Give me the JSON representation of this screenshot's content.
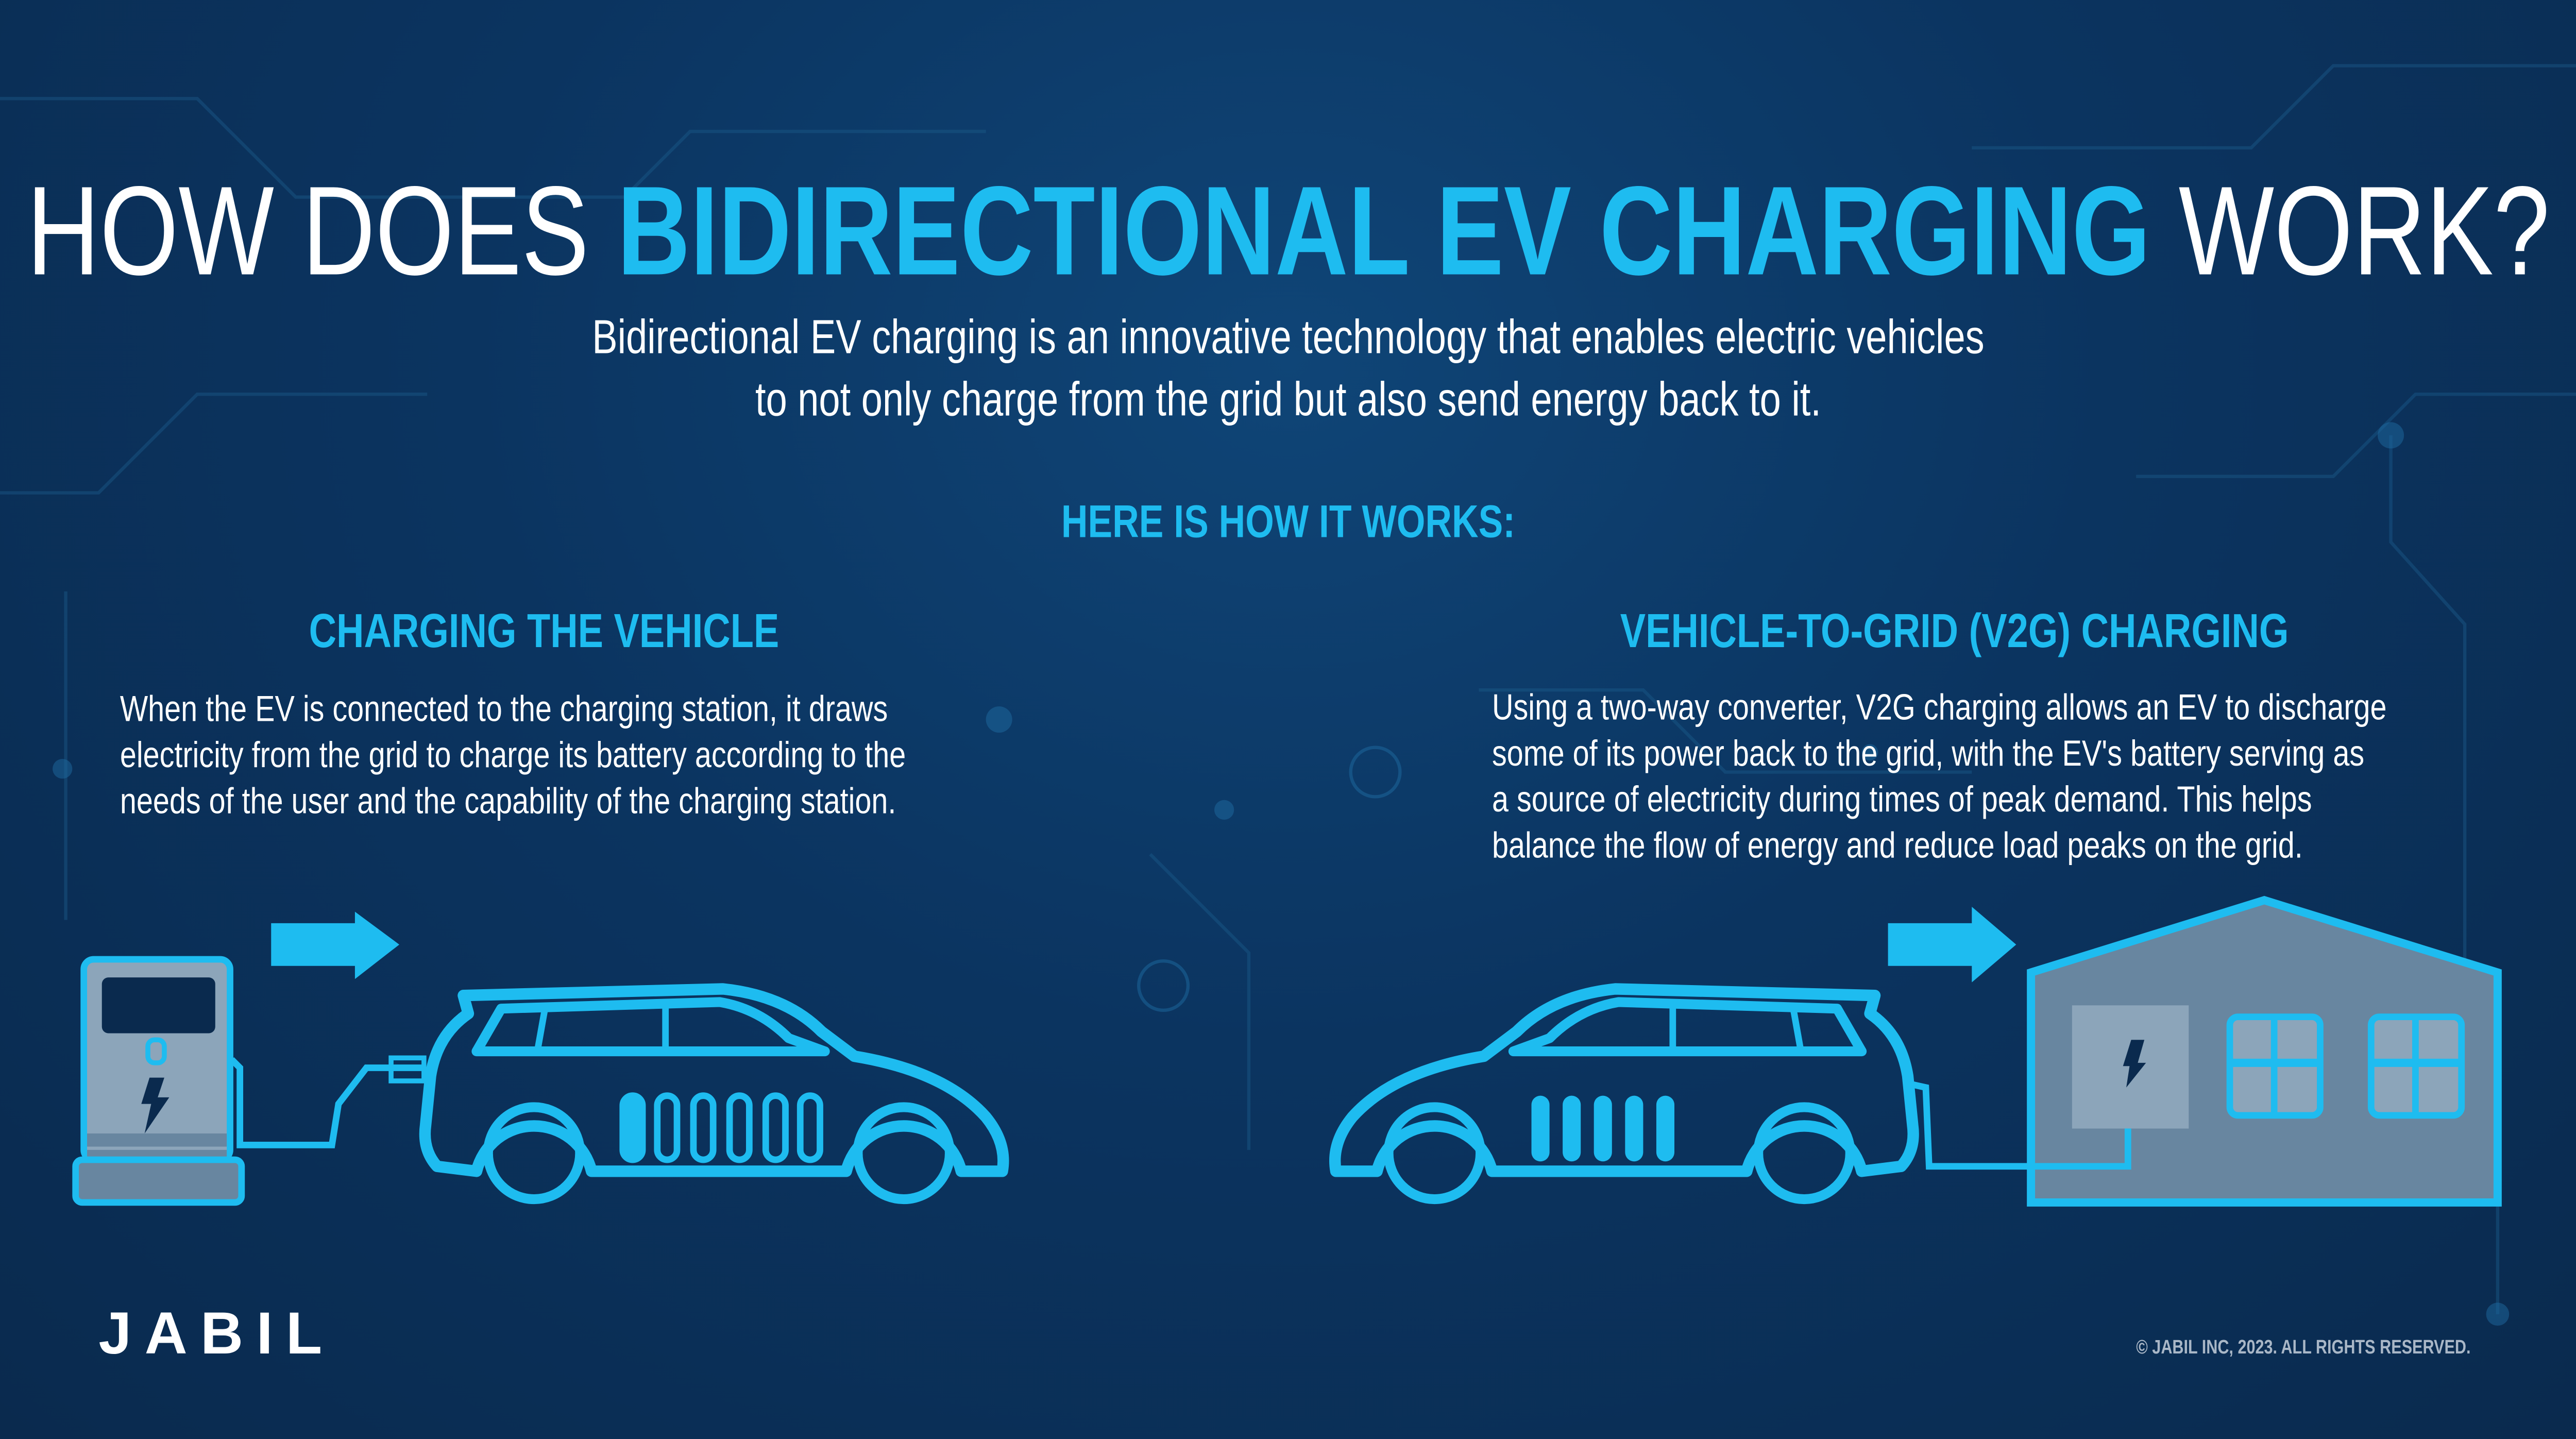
{
  "title": {
    "prefix": "HOW DOES ",
    "highlight": "BIDIRECTIONAL EV CHARGING",
    "suffix": " WORK?"
  },
  "subtitle": {
    "line1": "Bidirectional EV charging is an innovative technology that enables electric vehicles",
    "line2": "to not only charge from the grid but also send energy back to it."
  },
  "how_heading": "HERE IS HOW IT WORKS:",
  "sections": [
    {
      "title": "CHARGING THE VEHICLE",
      "lines": [
        "When the EV is connected to the charging station, it draws",
        "electricity from the grid to charge its battery according to the",
        "needs of the user and the capability of the charging station."
      ]
    },
    {
      "title": "VEHICLE-TO-GRID (V2G) CHARGING",
      "lines": [
        "Using a two-way converter, V2G charging allows an EV to discharge",
        "some of its power back to the grid, with the EV's battery serving as",
        "a source of electricity during times of peak demand. This helps",
        "balance the flow of energy and reduce load peaks on the grid."
      ]
    }
  ],
  "logo": "JABIL",
  "copyright": "© JABIL INC, 2023. ALL RIGHTS RESERVED.",
  "colors": {
    "accent": "#1ebcf0",
    "background": "#0b3460",
    "panel_grey": "#8ca5ba",
    "house_grey": "#6886a0"
  },
  "icons": [
    "charging-station-icon",
    "arrow-right-icon",
    "car-icon",
    "battery-icon",
    "house-icon",
    "lightning-bolt-icon",
    "window-icon"
  ]
}
